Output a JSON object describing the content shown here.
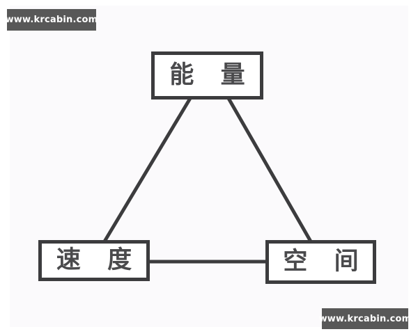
{
  "figure": {
    "type": "triangle-relationship-diagram",
    "background_color": "#fbfafc",
    "stroke_color": "#3c3c3e",
    "text_color": "#4a4a4c"
  },
  "nodes": [
    {
      "id": "energy",
      "label": "能 量",
      "position": "top"
    },
    {
      "id": "speed",
      "label": "速 度",
      "position": "bottom-left"
    },
    {
      "id": "space",
      "label": "空 间",
      "position": "bottom-right"
    }
  ],
  "connections": [
    {
      "from": "energy",
      "to": "speed",
      "style": "diagonal-line"
    },
    {
      "from": "energy",
      "to": "space",
      "style": "diagonal-line"
    },
    {
      "from": "speed",
      "to": "space",
      "style": "horizontal-line"
    }
  ],
  "watermarks": {
    "top": "www.krcabin.com",
    "bottom": "www.krcabin.com",
    "background_color": "#585858",
    "text_color": "#ffffff"
  }
}
